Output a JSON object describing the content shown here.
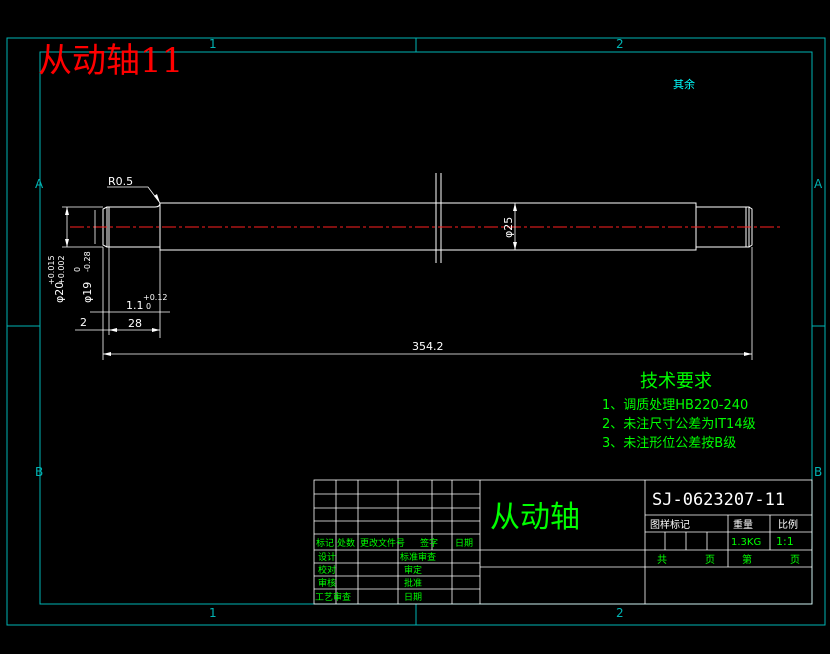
{
  "title_overlay": "从动轴11",
  "surface_note": "其余",
  "dimensions": {
    "fillet": "R0.5",
    "shaft_dia": "φ25",
    "bearing_dia": "φ20",
    "bearing_tol_upper": "+0.015",
    "bearing_tol_lower": "+0.002",
    "groove_dia": "φ19",
    "groove_tol_upper": "0",
    "groove_tol_lower": "-0.28",
    "groove_width": "1.1",
    "groove_width_tol_upper": "+0.12",
    "groove_width_tol_lower": "0",
    "left_offset": "2",
    "step_length": "28",
    "total_length": "354.2"
  },
  "zones": {
    "top": [
      "1",
      "2"
    ],
    "bottom": [
      "1",
      "2"
    ],
    "left": [
      "A",
      "B"
    ],
    "right": [
      "A",
      "B"
    ]
  },
  "tech_requirements": {
    "heading": "技术要求",
    "items": [
      "1、调质处理HB220-240",
      "2、未注尺寸公差为IT14级",
      "3、未注形位公差按B级"
    ]
  },
  "title_block": {
    "part_name": "从动轴",
    "drawing_number": "SJ-0623207-11",
    "stage_label": "图样标记",
    "weight_label": "重量",
    "scale_label": "比例",
    "weight_value": "1.3KG",
    "scale_value": "1:1",
    "total_label": "共",
    "sheet_label": "页",
    "page_label": "第",
    "page_unit": "页",
    "revision_headers": [
      "标记",
      "处数",
      "更改文件号",
      "签字",
      "日期"
    ],
    "roles_left": [
      "设计",
      "校对",
      "审核",
      "工艺审查"
    ],
    "roles_right": [
      "标准审查",
      "审定",
      "批准",
      "日期"
    ]
  },
  "colors": {
    "frame": "#00b4b4",
    "outline": "#ffffff",
    "centerline": "#ff2020",
    "text_green": "#00ff00",
    "text_red": "#ff0000",
    "text_cyan": "#00ffff"
  }
}
